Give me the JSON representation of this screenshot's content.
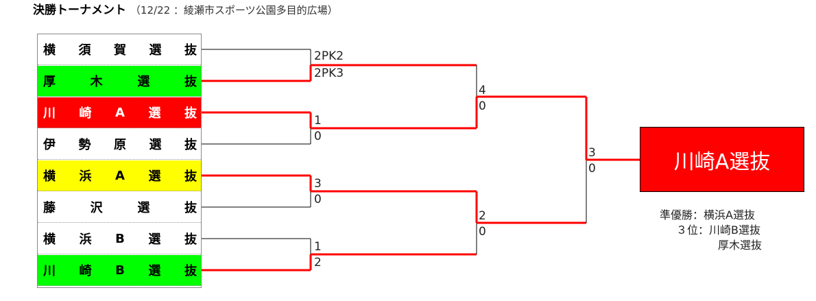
{
  "title": {
    "main": "決勝トーナメント",
    "sub": "（12/22 ：綾瀬市スポーツ公園多目的広場）"
  },
  "teams": [
    {
      "name": "横須賀選抜",
      "bg": "#ffffff",
      "text": "#000000"
    },
    {
      "name": "厚木選抜",
      "bg": "#00ff00",
      "text": "#000000"
    },
    {
      "name": "川崎A選抜",
      "bg": "#ff0000",
      "text": "#ffffff"
    },
    {
      "name": "伊勢原選抜",
      "bg": "#ffffff",
      "text": "#000000"
    },
    {
      "name": "横浜A選抜",
      "bg": "#ffff00",
      "text": "#000000"
    },
    {
      "name": "藤沢選抜",
      "bg": "#ffffff",
      "text": "#000000"
    },
    {
      "name": "横浜B選抜",
      "bg": "#ffffff",
      "text": "#000000"
    },
    {
      "name": "川崎B選抜",
      "bg": "#00ff00",
      "text": "#000000"
    }
  ],
  "scores": {
    "r1m1_top": "2PK2",
    "r1m1_bottom": "2PK3",
    "r1m2_top": "1",
    "r1m2_bottom": "0",
    "r1m3_top": "3",
    "r1m3_bottom": "0",
    "r1m4_top": "1",
    "r1m4_bottom": "2",
    "sf1_top": "4",
    "sf1_bottom": "0",
    "sf2_top": "2",
    "sf2_bottom": "0",
    "final_top": "3",
    "final_bottom": "0"
  },
  "champion": "川崎A選抜",
  "results": {
    "runner_up": "準優勝：横浜A選抜",
    "third_1": "３位：川崎B選抜",
    "third_2": "厚木選抜"
  },
  "colors": {
    "winner_line": "#ff0000",
    "loser_line": "#000000",
    "champion_bg": "#ff0000"
  }
}
